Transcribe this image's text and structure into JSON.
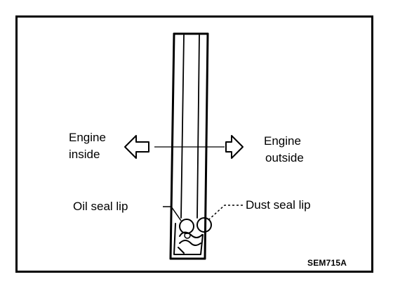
{
  "labels": {
    "engine_inside_line1": "Engine",
    "engine_inside_line2": "inside",
    "engine_outside_line1": "Engine",
    "engine_outside_line2": "outside",
    "oil_seal_lip": "Oil seal lip",
    "dust_seal_lip": "Dust seal lip"
  },
  "figure_code": "SEM715A",
  "icons": {
    "left_arrow": "hollow-left-arrow-icon",
    "right_arrow": "hollow-right-arrow-icon"
  }
}
